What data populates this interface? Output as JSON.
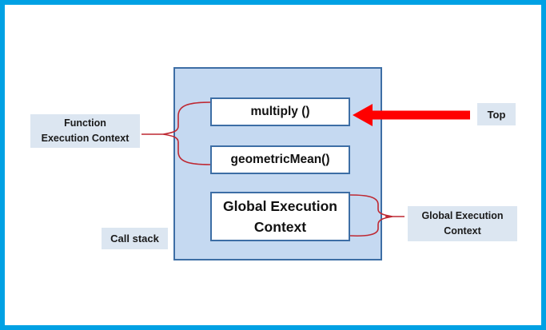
{
  "call_stack": {
    "frames": [
      {
        "label": "multiply ()"
      },
      {
        "label": "geometricMean()"
      },
      {
        "label": "Global Execution Context"
      }
    ]
  },
  "labels": {
    "function_context": {
      "line1": "Function",
      "line2": "Execution Context"
    },
    "top": "Top",
    "call_stack": "Call stack",
    "global_context": {
      "line1": "Global Execution",
      "line2": "Context"
    }
  },
  "colors": {
    "outer_frame": "#00A1E4",
    "call_stack_fill": "#C5D9F1",
    "box_border": "#3D6EA5",
    "label_bg": "#DCE6F1",
    "arrow": "#FF0000",
    "brace": "#BE2832",
    "text": "#1A1A1A"
  }
}
